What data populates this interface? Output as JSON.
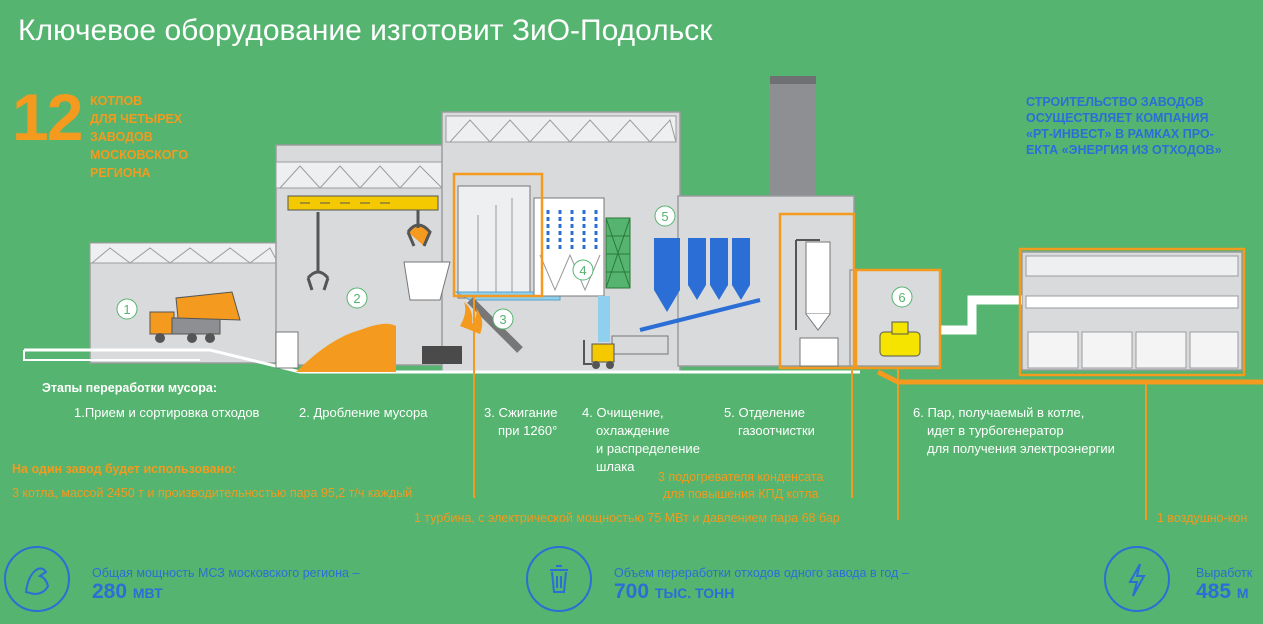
{
  "title": "Ключевое оборудование изготовит ЗиО-Подольск",
  "kotly": {
    "number": "12",
    "lines": [
      "КОТЛОВ",
      "ДЛЯ ЧЕТЫРЕХ",
      "ЗАВОДОВ",
      "МОСКОВСКОГО",
      "РЕГИОНА"
    ]
  },
  "rt_invest": {
    "lines": [
      "СТРОИТЕЛЬСТВО ЗАВОДОВ",
      "ОСУЩЕСТВЛЯЕТ КОМПАНИЯ",
      "«РТ-ИНВЕСТ» В РАМКАХ ПРО-",
      "ЕКТА «ЭНЕРГИЯ ИЗ ОТХОДОВ»"
    ]
  },
  "markers": [
    "1",
    "2",
    "3",
    "4",
    "5",
    "6"
  ],
  "stages": {
    "title": "Этапы переработки мусора:",
    "items": [
      {
        "lines": [
          "1.Прием и сортировка отходов"
        ]
      },
      {
        "lines": [
          "2. Дробление мусора"
        ]
      },
      {
        "lines": [
          "3. Сжигание",
          "при 1260°"
        ]
      },
      {
        "lines": [
          "4. Очищение,",
          "охлаждение",
          "и распределение",
          "шлака"
        ]
      },
      {
        "lines": [
          "5. Отделение",
          "газоотчистки"
        ]
      },
      {
        "lines": [
          "6. Пар, получаемый в котле,",
          "идет в турбогенератор",
          "для получения электроэнергии"
        ]
      }
    ]
  },
  "equipment": {
    "title": "На один завод будет использовано:",
    "boilers": "3 котла, массой 2450 т и производительностью пара 95,2 т/ч каждый",
    "heaters": [
      "3 подогревателя конденсата",
      "для повышения КПД котла"
    ],
    "turbine": "1 турбина, с электрической мощностью 75 МВт и давлением пара 68 бар",
    "condenser": "1 воздушно-кон"
  },
  "stats": [
    {
      "label": "Общая мощность МСЗ московского региона –",
      "value": "280",
      "unit": "МВТ",
      "icon": "arm-icon"
    },
    {
      "label": "Объем переработки отходов одного завода в год –",
      "value": "700",
      "unit": "ТЫС. ТОНН",
      "icon": "trash-can-icon"
    },
    {
      "label": "Выработк",
      "value": "485",
      "unit": "М",
      "icon": "lightning-icon"
    }
  ],
  "colors": {
    "background": "#55b46f",
    "accent_orange": "#f39a1f",
    "accent_blue": "#2b6fd6",
    "building_gray": "#d9dadb"
  }
}
